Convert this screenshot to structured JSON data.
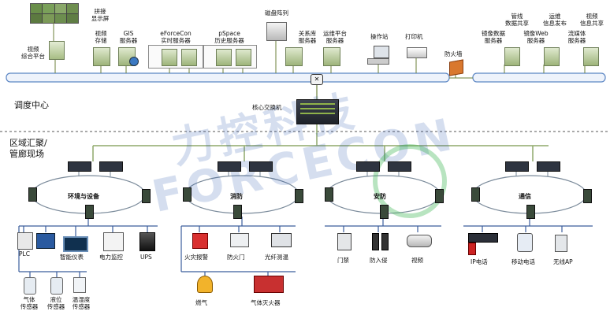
{
  "watermark": {
    "cn": "力控科技",
    "en": "FORCECON"
  },
  "sections": {
    "dispatch": "调度中心",
    "field": "区域汇聚/\n管廊现场"
  },
  "top": {
    "video_wall": "拼接\n显示屏",
    "video_platform": "视频\n综合平台",
    "video_storage": "视频\n存储",
    "gis": "GIS\n服务器",
    "eforcecon": "eForceCon\n实时服务器",
    "pspace": "pSpace\n历史服务器",
    "disk_array": "磁盘阵列",
    "relational_db": "关系库\n服务器",
    "ops_platform": "运维平台\n服务器",
    "workstation": "操作站",
    "printer": "打印机",
    "firewall": "防火墙",
    "pipe_share": "管线\n数据共享",
    "mirror_db": "镜像数据\n服务器",
    "ops_publish": "运维\n信息发布",
    "mirror_web": "镜像Web\n服务器",
    "video_share": "视频\n信息共享",
    "streaming": "流媒体\n服务器",
    "core_switch": "核心交换机"
  },
  "groups": [
    {
      "name": "环境与设备"
    },
    {
      "name": "消防"
    },
    {
      "name": "安防"
    },
    {
      "name": "通信"
    }
  ],
  "devices": {
    "plc": "PLC",
    "smart_meter": "智能仪表",
    "power_monitor": "电力监控",
    "ups": "UPS",
    "gas_sensor": "气体\n传感器",
    "level_sensor": "液位\n传感器",
    "humidity_sensor": "温湿度\n传感器",
    "fire_alarm": "火灾报警",
    "fire_door": "防火门",
    "fiber_temp": "光纤测温",
    "gas": "燃气",
    "gas_extinguisher": "气体灭火器",
    "access_control": "门禁",
    "intrusion": "防入侵",
    "video": "视频",
    "ip_phone": "IP电话",
    "mobile_phone": "移动电话",
    "wireless_ap": "无线AP"
  },
  "colors": {
    "bus": "#2b6cb0",
    "line": "#8fa86a",
    "ring": "#7a8a9a",
    "field_bus": "#3b5d9c"
  }
}
